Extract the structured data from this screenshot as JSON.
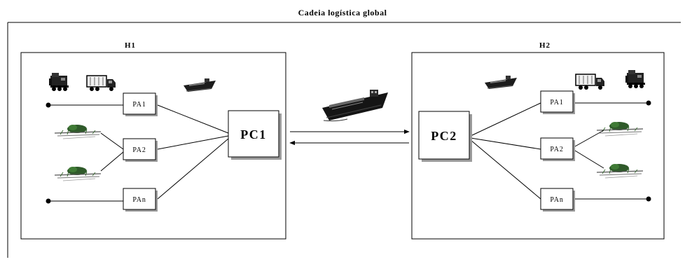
{
  "title": "Cadeia logística global",
  "hubs": {
    "h1": {
      "label": "H1",
      "center": "PC1",
      "points": [
        "PA1",
        "PA2",
        "PAn"
      ]
    },
    "h2": {
      "label": "H2",
      "center": "PC2",
      "points": [
        "PA1",
        "PA2",
        "PAn"
      ]
    }
  },
  "icons": [
    "train-icon",
    "truck-icon",
    "ship-icon",
    "plantation-icon"
  ],
  "colors": {
    "stroke": "#000000",
    "box_fill": "#ffffff",
    "shadow": "#9a9a9a",
    "crop_green": "#2f5a2a"
  }
}
